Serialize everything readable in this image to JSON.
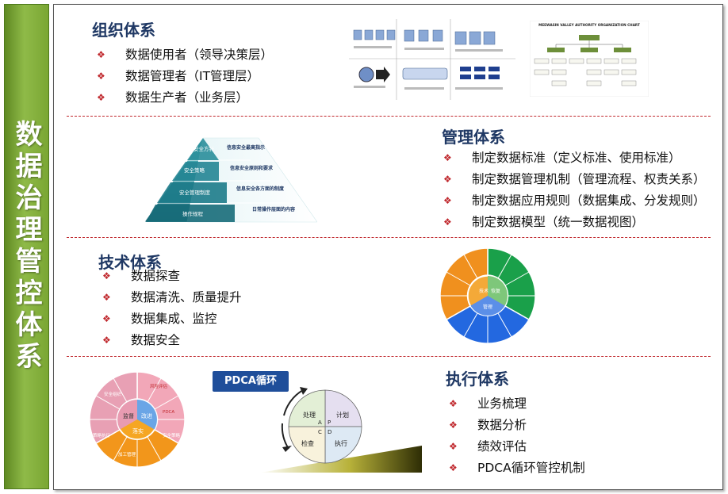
{
  "sidebar": {
    "title": "数据治理管控体系"
  },
  "sections": {
    "org": {
      "title": "组织体系",
      "items": [
        "数据使用者（领导决策层）",
        "数据管理者（IT管理层）",
        "数据生产者（业务层）"
      ],
      "chart": {
        "title": "MEEWASIN VALLEY AUTHORITY ORGANIZATION CHART"
      }
    },
    "mgmt": {
      "title": "管理体系",
      "items": [
        "制定数据标准（定义标准、使用标准）",
        "制定数据管理机制（管理流程、权责关系）",
        "制定数据应用规则（数据集成、分发规则）",
        "制定数据模型（统一数据视图）"
      ],
      "pyramid": {
        "levels": [
          "安全方针",
          "安全策略",
          "安全管理制度",
          "操作规程"
        ],
        "notes": [
          "信息安全最高指示",
          "信息安全原则和要求",
          "信息安全各方面的制度",
          "日常操作层面的内容"
        ]
      }
    },
    "tech": {
      "title": "技术体系",
      "items": [
        "数据探查",
        "数据清洗、质量提升",
        "数据集成、监控",
        "数据安全"
      ],
      "wheel": {
        "center": [
          "技术",
          "恢复",
          "管理"
        ]
      }
    },
    "exec": {
      "title": "执行体系",
      "items": [
        "业务梳理",
        "数据分析",
        "绩效评估",
        "PDCA循环管控机制"
      ],
      "pdca_label": "PDCA循环",
      "pdca": {
        "quadrants": [
          "处理",
          "计划",
          "检查",
          "执行"
        ],
        "letters": [
          "A",
          "P",
          "C",
          "D"
        ]
      },
      "wheel": {
        "center": [
          "监督",
          "改进",
          "落实"
        ],
        "outer": [
          "安全组织",
          "风险评估",
          "PDCA",
          "安全策略",
          "加工管理",
          "策略执行"
        ]
      }
    }
  },
  "colors": {
    "bullet": "#c0282d",
    "title": "#1f3864",
    "sidebar": "#7aa633",
    "pdca_label": "#1f4e9a"
  }
}
